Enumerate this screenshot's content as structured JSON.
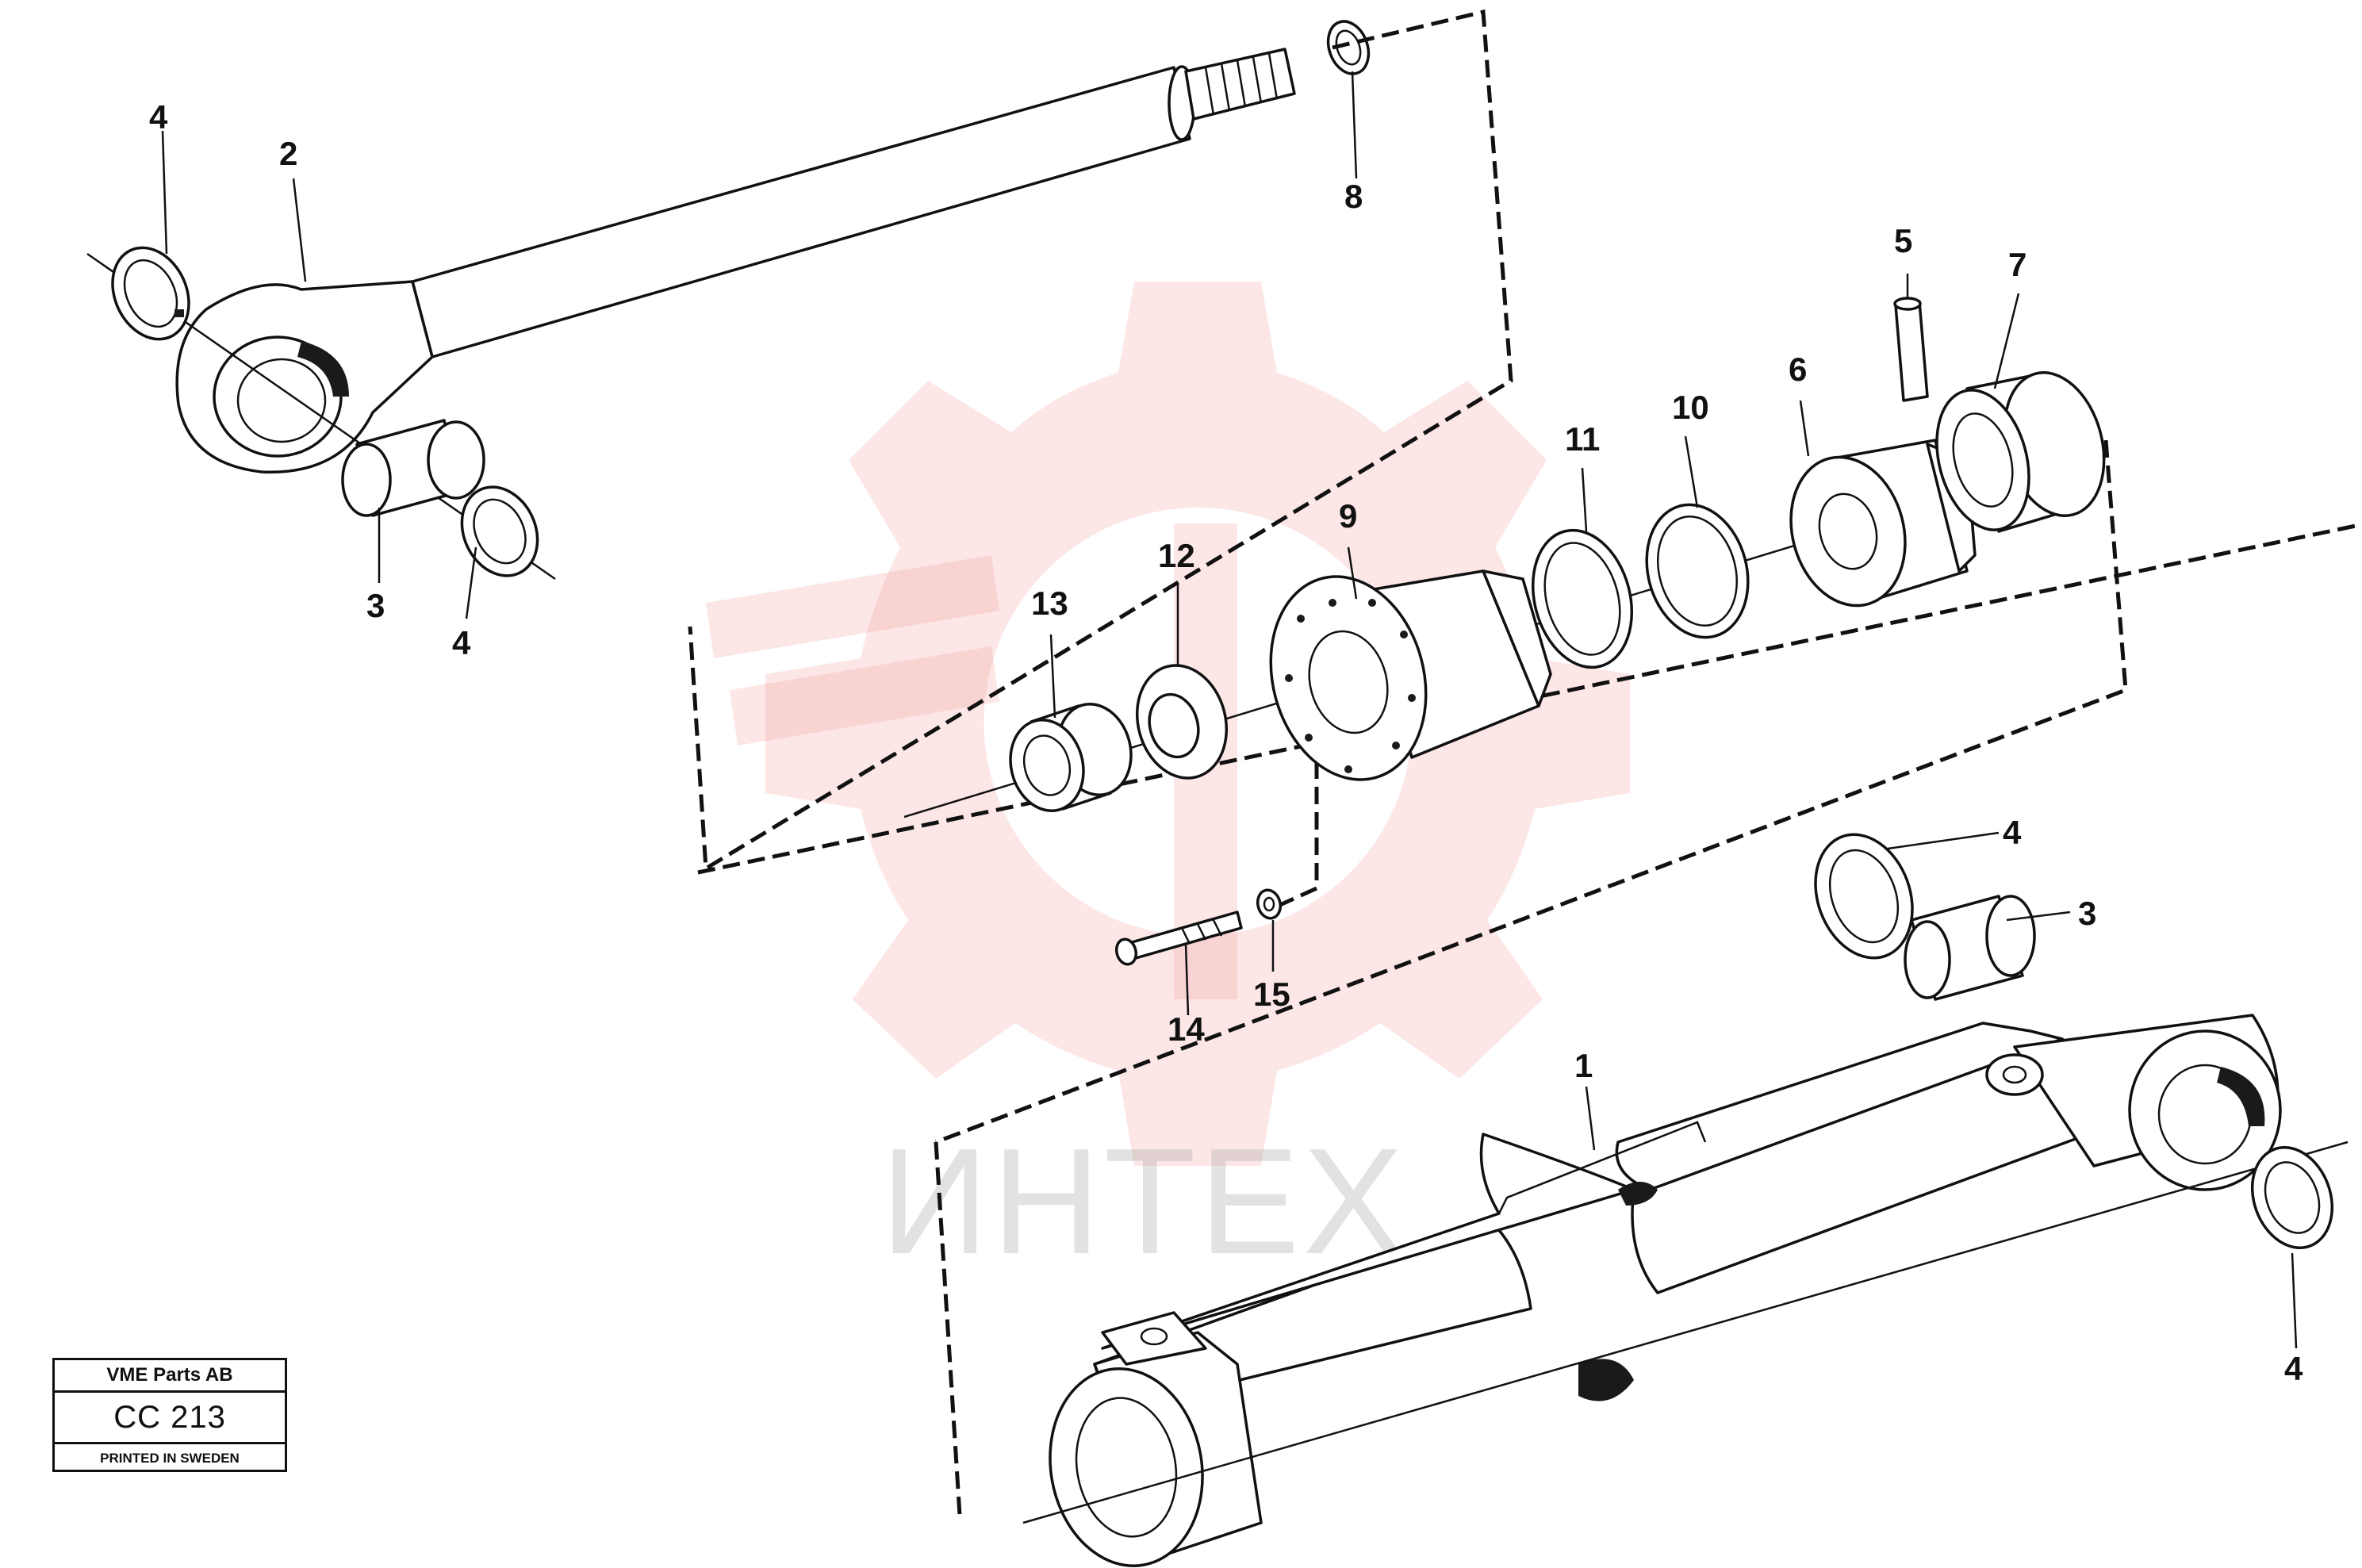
{
  "watermark": {
    "text": "ИНТЕХ",
    "gear_color": "#f28b8b",
    "text_color": "#9a9a9a"
  },
  "callouts": {
    "c1": "1",
    "c2": "2",
    "c3a": "3",
    "c3b": "3",
    "c4a": "4",
    "c4b": "4",
    "c4c": "4",
    "c4d": "4",
    "c5": "5",
    "c6": "6",
    "c7": "7",
    "c8": "8",
    "c9": "9",
    "c10": "10",
    "c11": "11",
    "c12": "12",
    "c13": "13",
    "c14": "14",
    "c15": "15"
  },
  "title_block": {
    "company": "VME Parts AB",
    "code": "CC 213",
    "printed": "PRINTED IN SWEDEN"
  }
}
